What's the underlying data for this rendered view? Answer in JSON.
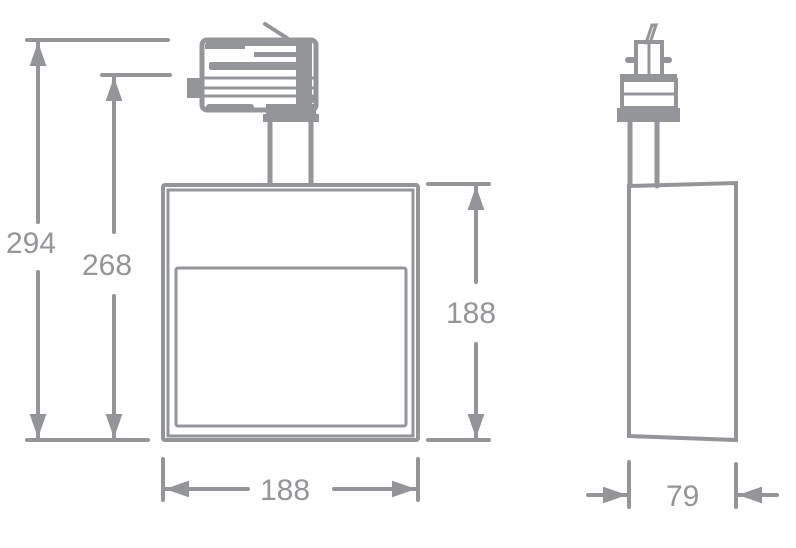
{
  "drawing": {
    "type": "dimension-drawing",
    "subject": "track spotlight fixture",
    "units": "mm",
    "line_color": "#939598",
    "views": [
      {
        "name": "front-view",
        "dimensions": {
          "overall_height": "294",
          "height_below_adapter": "268",
          "head_height": "188",
          "head_width": "188"
        }
      },
      {
        "name": "side-view",
        "dimensions": {
          "depth": "79"
        }
      }
    ]
  },
  "labels": {
    "overall_height": "294",
    "height_below_adapter": "268",
    "head_height": "188",
    "head_width": "188",
    "depth": "79"
  }
}
